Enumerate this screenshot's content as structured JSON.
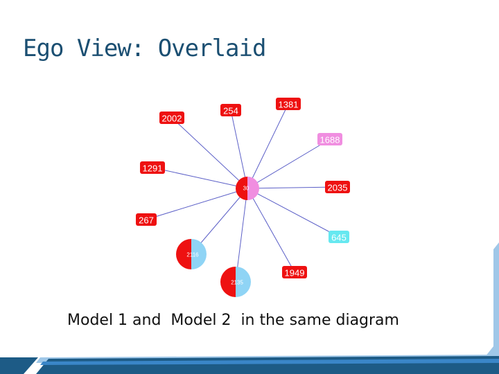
{
  "slide": {
    "title": "Ego View: Overlaid",
    "caption": "Model 1 and  Model 2  in the same diagram"
  },
  "colors": {
    "title": "#1b4f72",
    "edge": "#5b5fc7",
    "model1": "#ee1111",
    "model2_pink": "#f08ee0",
    "model2_blue": "#66e8f0",
    "light_blue": "#8fd4f5",
    "footer_dark": "#1d5b86",
    "footer_mid": "#3a86c8",
    "footer_light": "#9fc7e8"
  },
  "graph": {
    "center": {
      "label": "30",
      "left_color": "#ee1111",
      "right_color": "#f08ee0"
    },
    "nodes": [
      {
        "id": "n2002",
        "label": "2002",
        "shape": "box",
        "color": "#ee1111"
      },
      {
        "id": "n254",
        "label": "254",
        "shape": "box",
        "color": "#ee1111"
      },
      {
        "id": "n1381",
        "label": "1381",
        "shape": "box",
        "color": "#ee1111"
      },
      {
        "id": "n1688",
        "label": "1688",
        "shape": "box",
        "color": "#f08ee0"
      },
      {
        "id": "n1291",
        "label": "1291",
        "shape": "box",
        "color": "#ee1111"
      },
      {
        "id": "n2035",
        "label": "2035",
        "shape": "box",
        "color": "#ee1111"
      },
      {
        "id": "n267",
        "label": "267",
        "shape": "box",
        "color": "#ee1111"
      },
      {
        "id": "n645",
        "label": "645",
        "shape": "box",
        "color": "#66e8f0"
      },
      {
        "id": "n2116",
        "label": "2116",
        "shape": "split-circle",
        "left_color": "#ee1111",
        "right_color": "#8fd4f5"
      },
      {
        "id": "n1949",
        "label": "1949",
        "shape": "box",
        "color": "#ee1111"
      },
      {
        "id": "n2135",
        "label": "2135",
        "shape": "split-circle",
        "left_color": "#ee1111",
        "right_color": "#8fd4f5"
      }
    ]
  }
}
